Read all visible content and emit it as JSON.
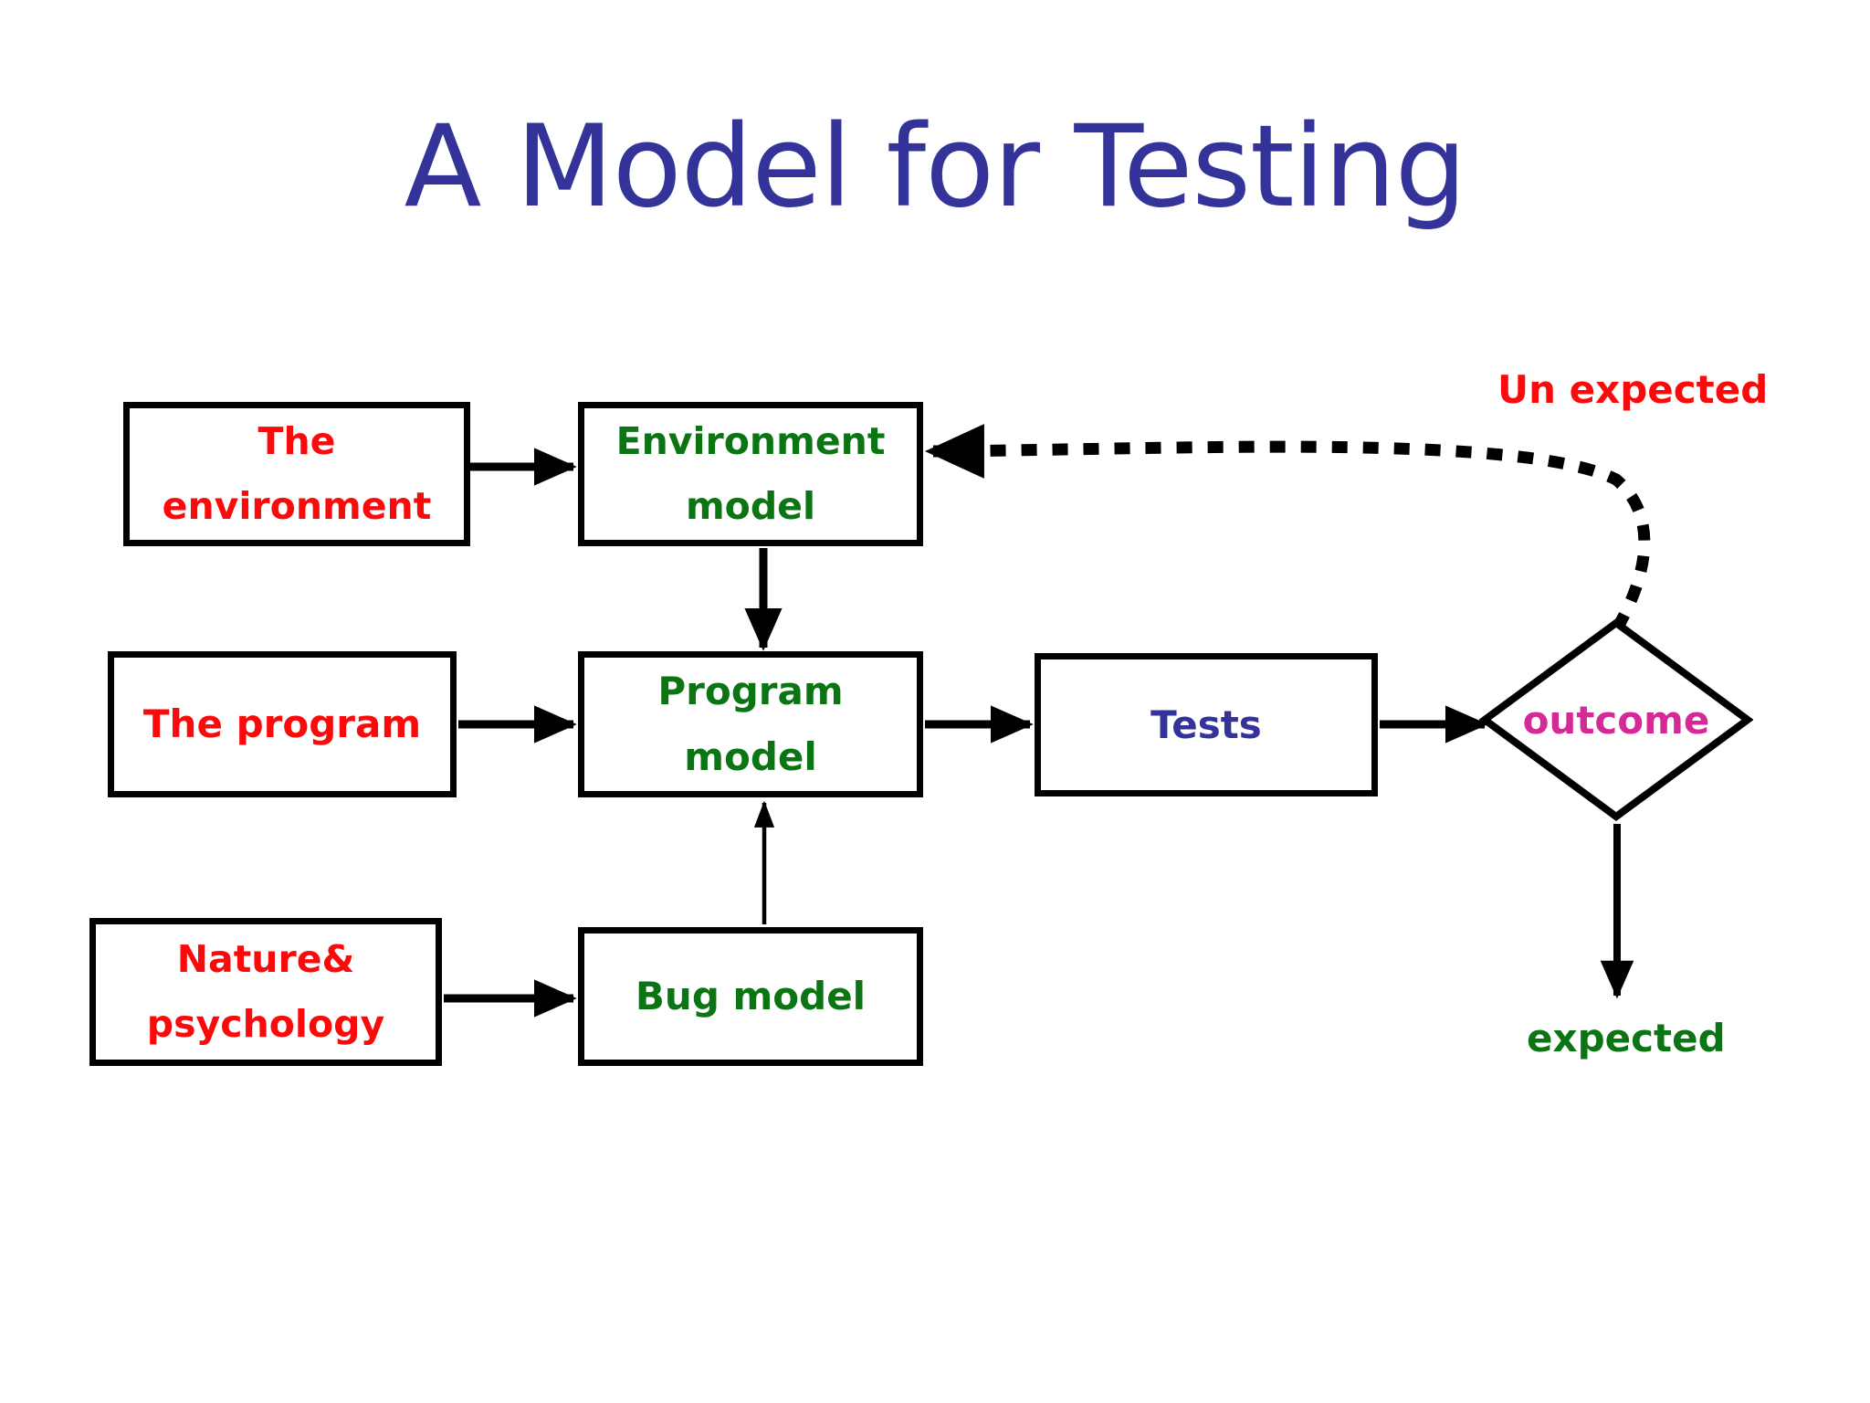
{
  "slide": {
    "title": "A Model for Testing",
    "background_color": "#ffffff"
  },
  "colors": {
    "title_blue": "#33339a",
    "input_red": "#fa0a0a",
    "model_green": "#0a7512",
    "tests_blue": "#33339a",
    "outcome_pink": "#d42a96",
    "connector_black": "#000000"
  },
  "nodes": {
    "environment": {
      "shape": "rectangle",
      "line1": "The",
      "line2": "environment",
      "text_color": "#fa0a0a"
    },
    "environment_model": {
      "shape": "rectangle",
      "line1": "Environment",
      "line2": "model",
      "text_color": "#0a7512"
    },
    "program": {
      "shape": "rectangle",
      "line1": "The program",
      "text_color": "#fa0a0a"
    },
    "program_model": {
      "shape": "rectangle",
      "line1": "Program",
      "line2": "model",
      "text_color": "#0a7512"
    },
    "tests": {
      "shape": "rectangle",
      "line1": "Tests",
      "text_color": "#33339a"
    },
    "nature": {
      "shape": "rectangle",
      "line1": "Nature&",
      "line2": "psychology",
      "text_color": "#fa0a0a"
    },
    "bug_model": {
      "shape": "rectangle",
      "line1": "Bug model",
      "text_color": "#0a7512"
    },
    "outcome": {
      "shape": "diamond",
      "label": "outcome",
      "text_color": "#d42a96"
    }
  },
  "edge_labels": {
    "unexpected": "Un expected",
    "expected": "expected"
  },
  "edges": [
    {
      "from": "environment",
      "to": "environment_model",
      "style": "solid",
      "direction": "right"
    },
    {
      "from": "environment_model",
      "to": "program_model",
      "style": "solid",
      "direction": "down"
    },
    {
      "from": "program",
      "to": "program_model",
      "style": "solid",
      "direction": "right"
    },
    {
      "from": "program_model",
      "to": "tests",
      "style": "solid",
      "direction": "right"
    },
    {
      "from": "tests",
      "to": "outcome",
      "style": "solid",
      "direction": "right"
    },
    {
      "from": "nature",
      "to": "bug_model",
      "style": "solid",
      "direction": "right"
    },
    {
      "from": "bug_model",
      "to": "program_model",
      "style": "solid-thin",
      "direction": "up"
    },
    {
      "from": "outcome",
      "to": "environment_model",
      "style": "dotted",
      "direction": "curve-left",
      "label": "Un expected"
    },
    {
      "from": "outcome",
      "to": "",
      "style": "solid",
      "direction": "down",
      "label": "expected"
    }
  ]
}
